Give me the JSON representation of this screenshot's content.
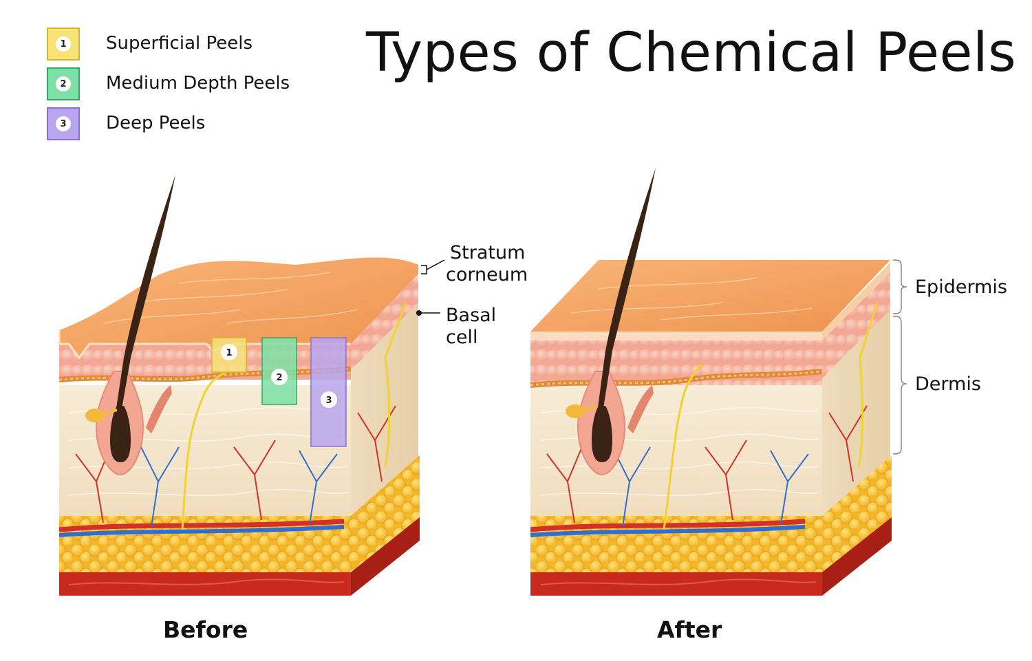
{
  "title": "Types of Chemical Peels",
  "legend": [
    {
      "number": "1",
      "label": "Superficial Peels",
      "color": "#f7e27a",
      "border": "#d9b52c"
    },
    {
      "number": "2",
      "label": "Medium Depth Peels",
      "color": "#7ee0a6",
      "border": "#2faa62"
    },
    {
      "number": "3",
      "label": "Deep Peels",
      "color": "#b9a6ee",
      "border": "#8a6fd8"
    }
  ],
  "labels": {
    "stratum_line1": "Stratum",
    "stratum_line2": "corneum",
    "basal_line1": "Basal",
    "basal_line2": "cell",
    "epidermis": "Epidermis",
    "dermis": "Dermis"
  },
  "captions": {
    "before": "Before",
    "after": "After"
  },
  "colors": {
    "skin_top": "#f3a35e",
    "epidermis": "#f6b9a3",
    "dermis": "#f4e6cc",
    "fat": "#f8c63a",
    "muscle": "#c92a1e",
    "artery": "#d3302a",
    "vein": "#2f6fd1",
    "nerve": "#f1d32e",
    "hair": "#3a2215"
  }
}
